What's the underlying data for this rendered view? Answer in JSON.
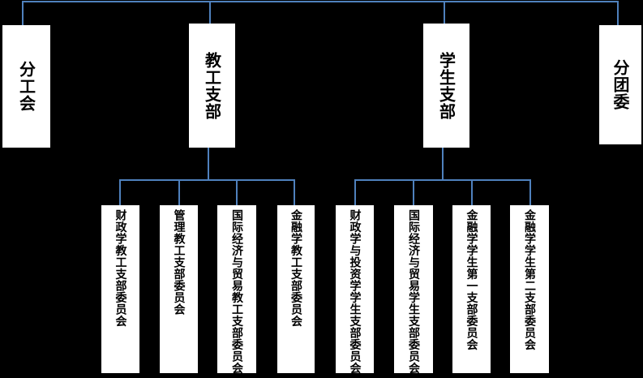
{
  "org_chart": {
    "background_color": "#000000",
    "connector_color": "#4f81bd",
    "node_fill_color": "#ffffff",
    "node_text_color": "#000000",
    "level1": [
      {
        "label": "分工会"
      },
      {
        "label": "教工支部"
      },
      {
        "label": "学生支部"
      },
      {
        "label": "分团委"
      }
    ],
    "level2": [
      {
        "label": "财政学教工支部委员会",
        "parent": "教工支部"
      },
      {
        "label": "管理教工支部委员会",
        "parent": "教工支部"
      },
      {
        "label": "国际经济与贸易教工支部委员会",
        "parent": "教工支部"
      },
      {
        "label": "金融学教工支部委员会",
        "parent": "教工支部"
      },
      {
        "label": "财政学与投资学学生支部委员会",
        "parent": "学生支部"
      },
      {
        "label": "国际经济与贸易学生支部委员会",
        "parent": "学生支部"
      },
      {
        "label": "金融学学生第一支部委员会",
        "parent": "学生支部"
      },
      {
        "label": "金融学学生第二支部委员会",
        "parent": "学生支部"
      }
    ]
  }
}
